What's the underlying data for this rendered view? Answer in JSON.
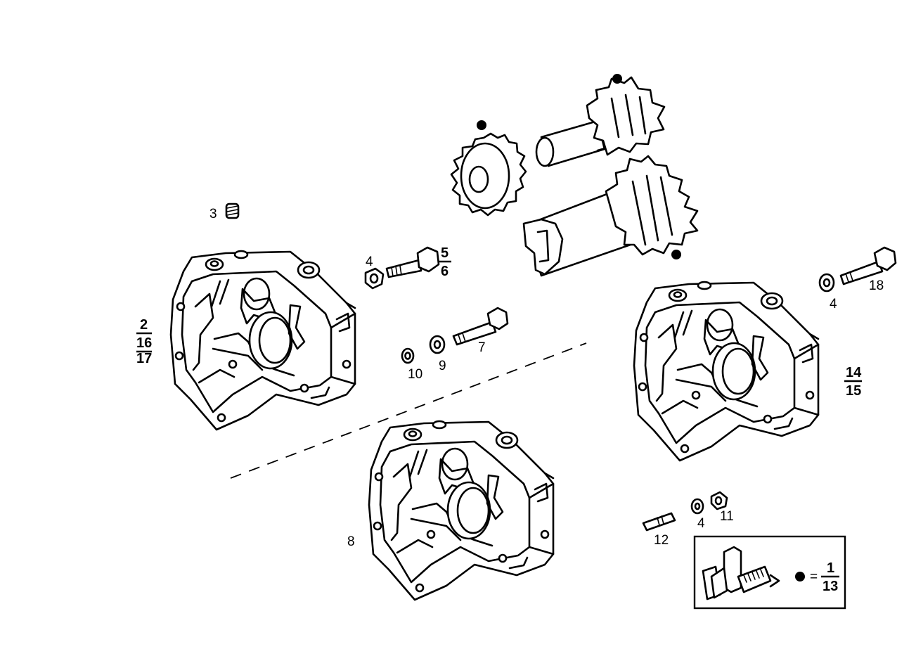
{
  "callouts": {
    "part_3": "3",
    "part_4_top": "4",
    "part_5": "5",
    "part_6": "6",
    "part_2": "2",
    "part_16": "16",
    "part_17": "17",
    "part_10": "10",
    "part_9": "9",
    "part_7": "7",
    "part_8": "8",
    "part_4_right": "4",
    "part_18": "18",
    "part_14": "14",
    "part_15": "15",
    "part_12": "12",
    "part_4_bottom": "4",
    "part_11": "11",
    "legend_1": "1",
    "legend_13": "13",
    "legend_equals": "="
  }
}
